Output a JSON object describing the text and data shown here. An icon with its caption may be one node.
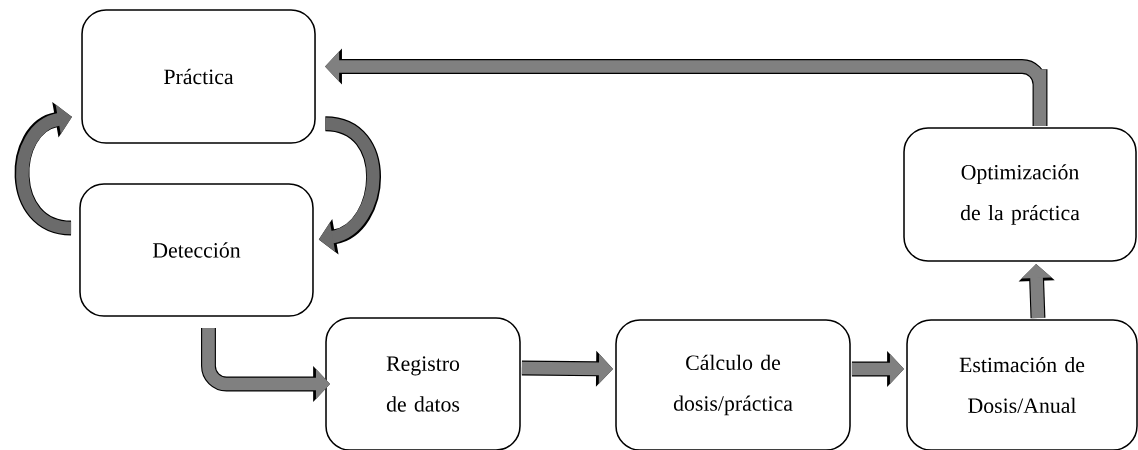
{
  "diagram": {
    "nodes": [
      {
        "text": [
          "Práctica"
        ]
      },
      {
        "text": [
          "Detección"
        ]
      },
      {
        "text": [
          "Registro de datos"
        ]
      },
      {
        "text": [
          "Cálculo de dosis/práctica"
        ]
      },
      {
        "text": [
          "Estimación de Dosis/Anual"
        ]
      },
      {
        "text": [
          "Optimización de la práctica"
        ]
      }
    ],
    "edges": [
      {
        "from": 0,
        "to": 1,
        "arrow": "to",
        "color": "#6b6b6b"
      },
      {
        "from": 1,
        "to": 0,
        "arrow": "to",
        "color": "#6b6b6b"
      },
      {
        "from": 1,
        "to": 2,
        "arrow": "to"
      },
      {
        "from": 2,
        "to": 3,
        "arrow": "to"
      },
      {
        "from": 3,
        "to": 4,
        "arrow": "to"
      },
      {
        "from": 4,
        "to": 5,
        "arrow": "to"
      },
      {
        "from": 5,
        "to": 0,
        "arrow": "to"
      }
    ]
  }
}
